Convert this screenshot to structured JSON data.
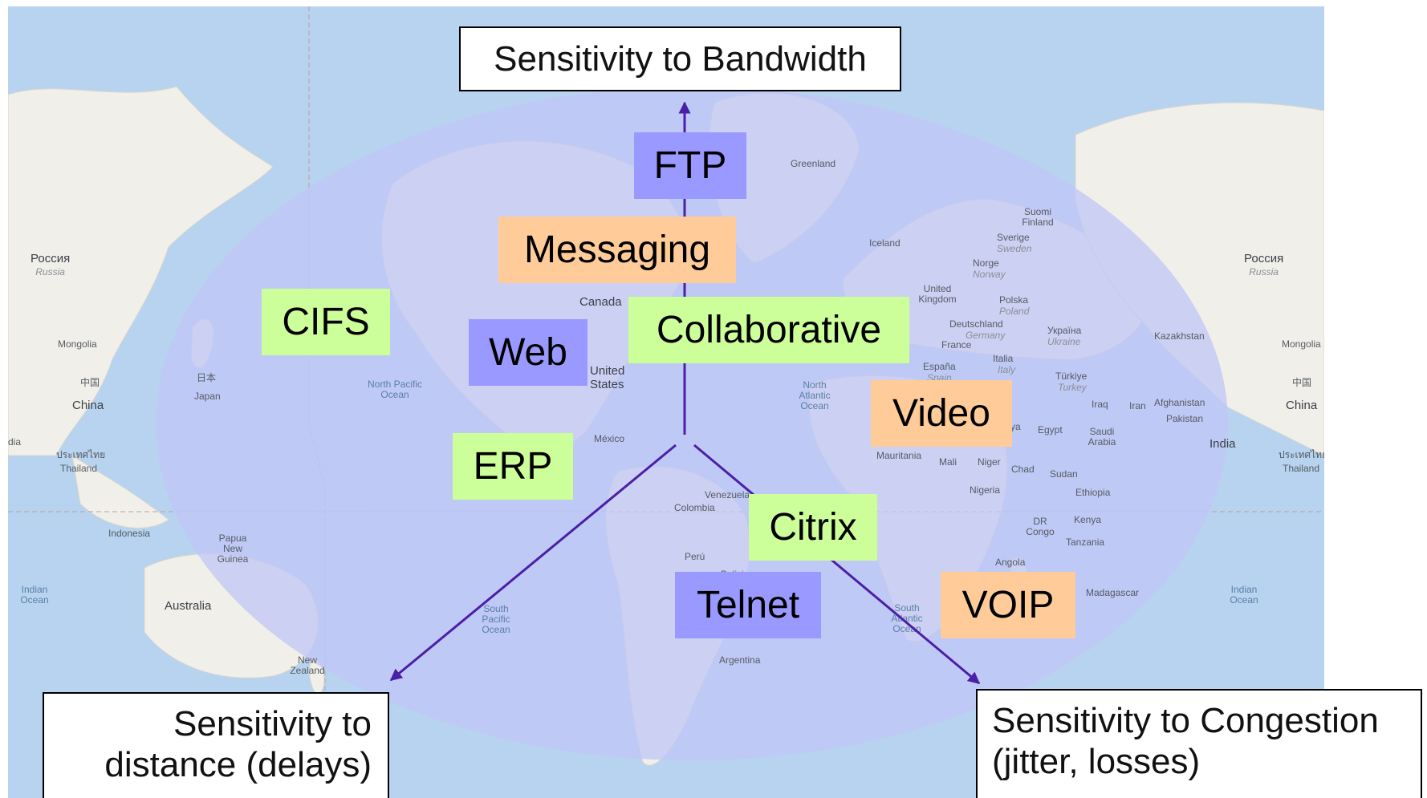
{
  "axes": {
    "bandwidth": "Sensitivity to Bandwidth",
    "distance_line1": "Sensitivity to",
    "distance_line2": "distance (delays)",
    "congestion_line1": "Sensitivity to Congestion",
    "congestion_line2": "(jitter, losses)"
  },
  "applications": [
    {
      "label": "FTP",
      "group": "purple"
    },
    {
      "label": "Messaging",
      "group": "orange"
    },
    {
      "label": "CIFS",
      "group": "green"
    },
    {
      "label": "Web",
      "group": "purple"
    },
    {
      "label": "Collaborative",
      "group": "green"
    },
    {
      "label": "Video",
      "group": "orange"
    },
    {
      "label": "ERP",
      "group": "green"
    },
    {
      "label": "Citrix",
      "group": "green"
    },
    {
      "label": "Telnet",
      "group": "purple"
    },
    {
      "label": "VOIP",
      "group": "orange"
    }
  ],
  "colors": {
    "green": "#ccff99",
    "orange": "#ffcc99",
    "purple": "#9999ff",
    "arrow": "#4b1fa6",
    "ellipse": "#c2c6f6",
    "ocean": "#b7d3ef",
    "land": "#f1efe9"
  },
  "map_labels": {
    "russia_left": "Россия",
    "russia_left_sub": "Russia",
    "russia_right": "Россия",
    "russia_right_sub": "Russia",
    "mongolia_left": "Mongolia",
    "mongolia_right": "Mongolia",
    "china_left_cjk": "中国",
    "china_left": "China",
    "china_right_cjk": "中国",
    "china_right": "China",
    "india_left": "dia",
    "india_right": "India",
    "thailand_left_native": "ประเทศไทย",
    "thailand_left": "Thailand",
    "thailand_right_native": "ประเทศไทย",
    "thailand_right": "Thailand",
    "indonesia": "Indonesia",
    "papua": "Papua New Guinea",
    "australia": "Australia",
    "new_zealand": "New Zealand",
    "indian_ocean_left": "Indian Ocean",
    "indian_ocean_right": "Indian Ocean",
    "japan_native": "日本",
    "japan": "Japan",
    "north_pacific": "North Pacific Ocean",
    "south_pacific": "South Pacific Ocean",
    "canada": "Canada",
    "united_states": "United States",
    "mexico": "México",
    "greenland": "Greenland",
    "iceland": "Iceland",
    "north_atlantic": "North Atlantic Ocean",
    "south_atlantic": "South Atlantic Ocean",
    "venezuela": "Venezuela",
    "colombia": "Colombia",
    "peru": "Perú",
    "bolivia": "Bolivia",
    "argentina": "Argentina",
    "suomi": "Suomi Finland",
    "sverige": "Sverige",
    "sweden": "Sweden",
    "norge": "Norge",
    "norway": "Norway",
    "uk": "United Kingdom",
    "polska": "Polska",
    "poland": "Poland",
    "deutschland": "Deutschland",
    "germany": "Germany",
    "ukraina": "Україна",
    "ukraine": "Ukraine",
    "france": "France",
    "espana": "España",
    "spain": "Spain",
    "italia": "Italia",
    "italy": "Italy",
    "turkiye": "Türkiye",
    "turkey": "Turkey",
    "kazakhstan": "Kazakhstan",
    "iraq": "Iraq",
    "iran": "Iran",
    "afghanistan": "Afghanistan",
    "pakistan": "Pakistan",
    "libya": "Libya",
    "egypt": "Egypt",
    "saudi": "Saudi Arabia",
    "mauritania": "Mauritania",
    "mali": "Mali",
    "niger": "Niger",
    "chad": "Chad",
    "sudan": "Sudan",
    "nigeria": "Nigeria",
    "ethiopia": "Ethiopia",
    "dr_congo": "DR Congo",
    "kenya": "Kenya",
    "tanzania": "Tanzania",
    "angola": "Angola",
    "madagascar": "Madagascar"
  }
}
